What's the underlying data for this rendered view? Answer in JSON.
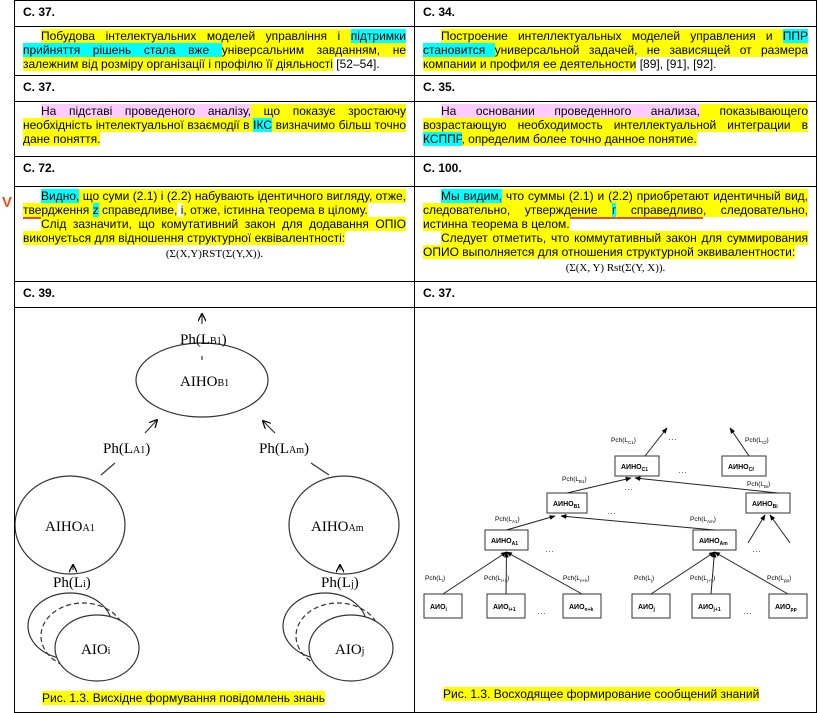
{
  "rows": [
    {
      "left_page": "С. 37.",
      "right_page": "С. 34.",
      "left_paragraphs": [
        [
          {
            "t": "Побудова інтелектуальних моделей управління і ",
            "h": "yellow"
          },
          {
            "t": "підтримки прийняття рішень стала вже ",
            "h": "cyan"
          },
          {
            "t": "універсальним завданням, не залежним від розміру організації і профілю її діяльності",
            "h": "yellow"
          },
          {
            "t": " [52–54].",
            "h": ""
          }
        ]
      ],
      "right_paragraphs": [
        [
          {
            "t": "Построение интеллектуальных моделей управления и ",
            "h": "yellow"
          },
          {
            "t": "ППР становится ",
            "h": "cyan"
          },
          {
            "t": "универсальной задачей, не зависящей от размера компании и профиля ее деятельности",
            "h": "yellow"
          },
          {
            "t": " [89], [91], [92].",
            "h": ""
          }
        ]
      ]
    },
    {
      "left_page": "С. 37.",
      "right_page": "С. 35.",
      "left_paragraphs": [
        [
          {
            "t": "На підставі проведеного аналізу,",
            "h": "pink"
          },
          {
            "t": " що показує зростаючу необхідність інтелектуальної взаємодії в ",
            "h": "yellow"
          },
          {
            "t": "ІКС",
            "h": "cyan"
          },
          {
            "t": " визначимо більш точно дане поняття.",
            "h": "yellow"
          }
        ]
      ],
      "right_paragraphs": [
        [
          {
            "t": "На основании проведенного анализа,",
            "h": "pink"
          },
          {
            "t": " показывающего возрастающую необходимость интеллектуальной интеграции в ",
            "h": "yellow"
          },
          {
            "t": "КСППР",
            "h": "cyan"
          },
          {
            "t": ", определим более точно данное понятие.",
            "h": "yellow"
          }
        ]
      ]
    },
    {
      "left_page": "С. 72.",
      "right_page": "С. 100.",
      "margin_mark": "V",
      "left_paragraphs": [
        [
          {
            "t": "Видно,",
            "h": "cyan"
          },
          {
            "t": " що суми (2.1) і (2.2) набувають ідентичного вигляду, отже, ",
            "h": "yellow"
          },
          {
            "t": "твердження ",
            "h": "yellow",
            "u": true
          },
          {
            "t": "z",
            "h": "cyan",
            "u": true
          },
          {
            "t": " справедливе,",
            "h": "yellow",
            "u": true
          },
          {
            "t": " і",
            "h": "",
            "u": true
          },
          {
            "t": ", отже, істинна теорема в цілому.",
            "h": "yellow"
          }
        ],
        [
          {
            "t": "Слід зазначити, що комутативний закон для додавання ОПІО виконується для відношення структурної еквівалентності:",
            "h": "yellow"
          }
        ]
      ],
      "left_formula": "(Σ(X,Y)RST(Σ(Y,X)).",
      "right_paragraphs": [
        [
          {
            "t": "Мы видим,",
            "h": "cyan"
          },
          {
            "t": " что суммы (2.1) и (2.2) приобретают идентичный вид, следовательно, ",
            "h": "yellow"
          },
          {
            "t": "утверждение ",
            "h": "yellow",
            "u": true
          },
          {
            "t": "г",
            "h": "cyan",
            "u": true
          },
          {
            "t": " справедливо",
            "h": "yellow",
            "u": true
          },
          {
            "t": ", следовательно, истинна теорема в целом.",
            "h": "yellow"
          }
        ],
        [
          {
            "t": "Следует отметить, что коммутативный закон для суммирования ОПИО выполняется для отношения структурной эквивалентности:",
            "h": "yellow"
          }
        ]
      ],
      "right_formula": "(Σ(X, Y) Rst(Σ(Y, X))."
    },
    {
      "left_page": "С. 39.",
      "right_page": "С. 37."
    }
  ],
  "left_diagram": {
    "top_label": {
      "base": "Ph(L",
      "sub": "B1",
      "end": ")"
    },
    "root": {
      "base": "AIHO",
      "sub": "B1"
    },
    "label_a1": {
      "base": "Ph(L",
      "sub": "A1",
      "end": ")"
    },
    "label_am": {
      "base": "Ph(L",
      "sub": "Am",
      "end": ")"
    },
    "node_a1": {
      "base": "AIHO",
      "sub": "A1"
    },
    "node_am": {
      "base": "AIHO",
      "sub": "Am"
    },
    "label_i": {
      "base": "Ph(L",
      "sub": "i",
      "end": ")"
    },
    "label_j": {
      "base": "Ph(L",
      "sub": "j",
      "end": ")"
    },
    "leaf_i": {
      "base": "AIO",
      "sub": "i"
    },
    "leaf_j": {
      "base": "AIO",
      "sub": "j"
    },
    "caption": "Рис. 1.3. Висхідне формування повідомлень знань"
  },
  "right_diagram": {
    "boxes": [
      {
        "base": "АИНО",
        "sub": "C1"
      },
      {
        "base": "АИНО",
        "sub": "Cf"
      },
      {
        "base": "АИНО",
        "sub": "B1"
      },
      {
        "base": "АИНО",
        "sub": "Bi"
      },
      {
        "base": "АИНО",
        "sub": "A1"
      },
      {
        "base": "АИНО",
        "sub": "Am"
      },
      {
        "base": "АИО",
        "sub": "i"
      },
      {
        "base": "АИО",
        "sub": "i+1"
      },
      {
        "base": "АИО",
        "sub": "n+k"
      },
      {
        "base": "АИО",
        "sub": "j"
      },
      {
        "base": "АИО",
        "sub": "j+1"
      },
      {
        "base": "АИО",
        "sub": "pp"
      }
    ],
    "labels": [
      {
        "base": "Pch(L",
        "sub": "C1",
        "end": ")"
      },
      {
        "base": "Pch(L",
        "sub": "Cf",
        "end": ")"
      },
      {
        "base": "Pch(L",
        "sub": "B1",
        "end": ")"
      },
      {
        "base": "Pch(L",
        "sub": "Bi",
        "end": ")"
      },
      {
        "base": "Pch(L",
        "sub": "A1",
        "end": ")"
      },
      {
        "base": "Pch(L",
        "sub": "Am",
        "end": ")"
      },
      {
        "base": "Pch(L",
        "sub": "i",
        "end": ")"
      },
      {
        "base": "Pch(L",
        "sub": "i+1",
        "end": ")"
      },
      {
        "base": "Pch(L",
        "sub": "n+k",
        "end": ")"
      },
      {
        "base": "Pch(L",
        "sub": "j",
        "end": ")"
      },
      {
        "base": "Pch(L",
        "sub": "j+1",
        "end": ")"
      },
      {
        "base": "Pch(L",
        "sub": "pp",
        "end": ")"
      }
    ],
    "ellipsis": "…",
    "caption": "Рис. 1.3. Восходящее формирование сообщений знаний"
  }
}
